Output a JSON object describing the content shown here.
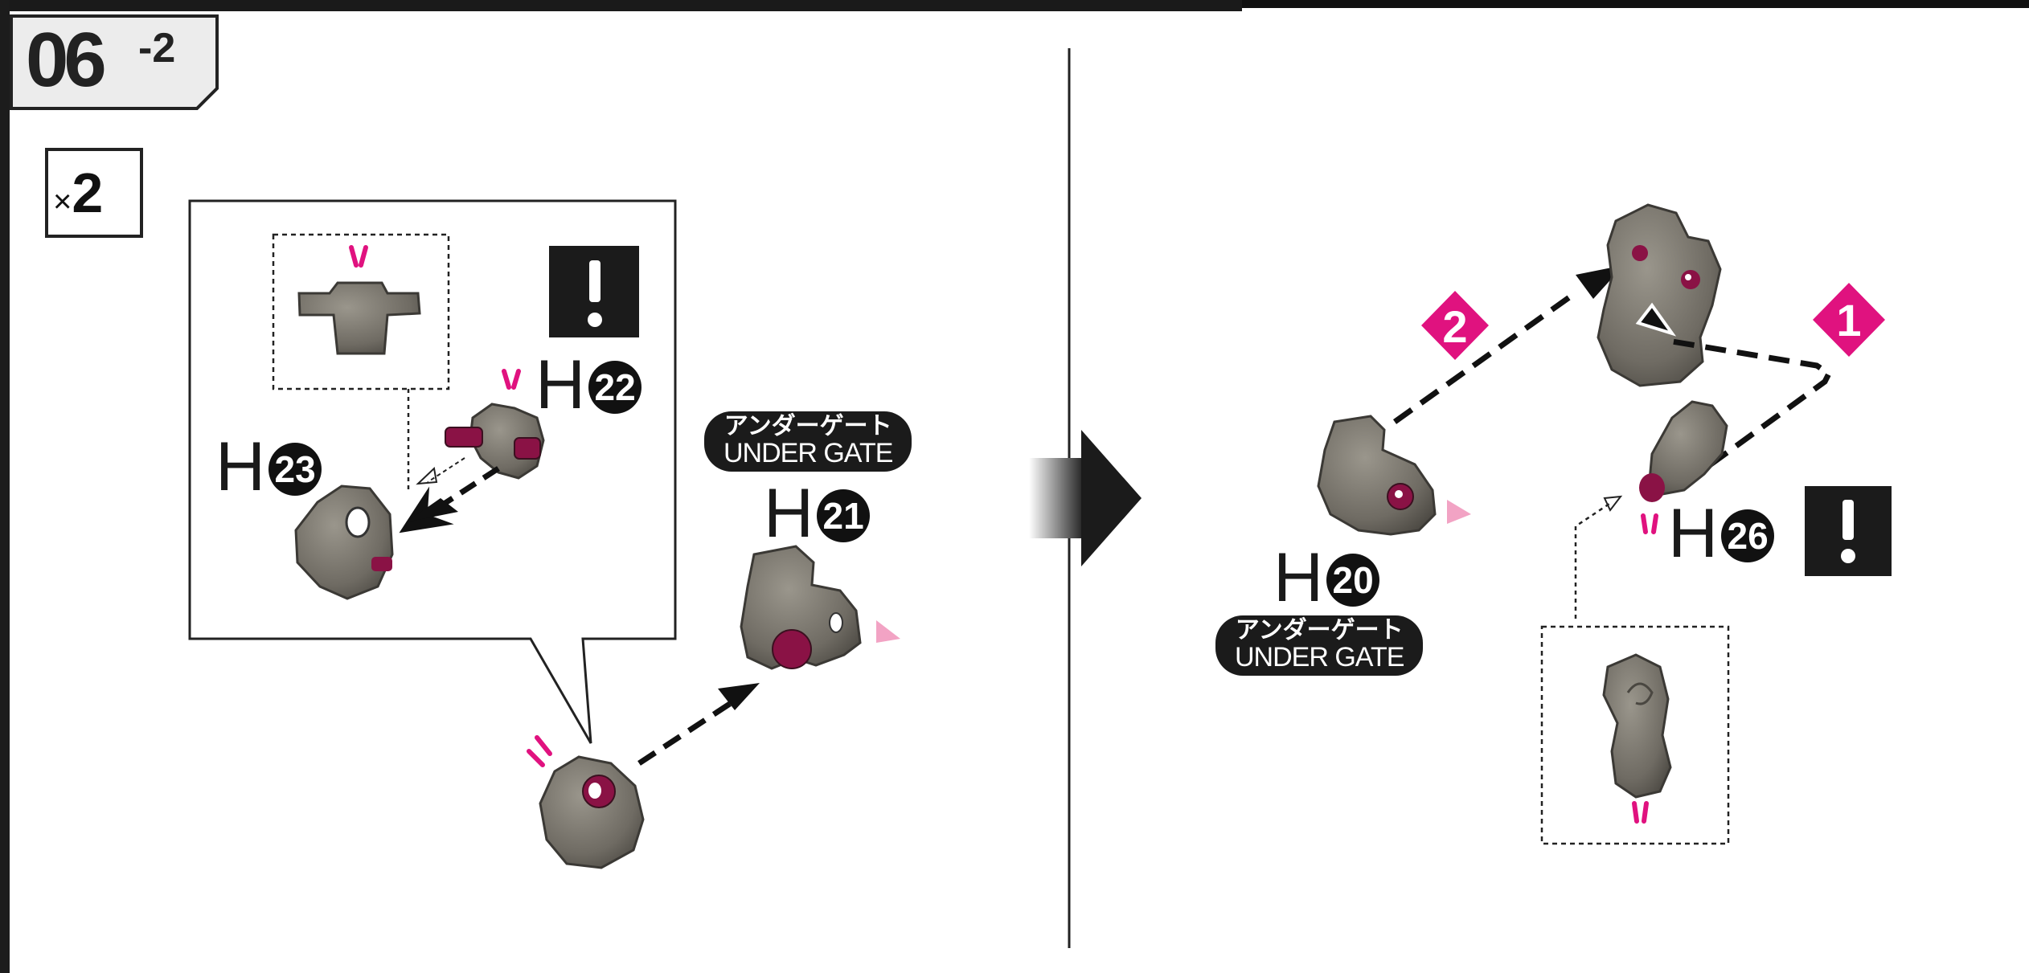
{
  "step": {
    "number": "06",
    "sub": "-2"
  },
  "quantity": {
    "times": "×",
    "count": "2"
  },
  "parts": {
    "h22": {
      "letter": "H",
      "number": "22"
    },
    "h23": {
      "letter": "H",
      "number": "23"
    },
    "h21": {
      "letter": "H",
      "number": "21"
    },
    "h20": {
      "letter": "H",
      "number": "20"
    },
    "h26": {
      "letter": "H",
      "number": "26"
    }
  },
  "gate_label_left": {
    "jp": "アンダーゲート",
    "en": "UNDER GATE"
  },
  "gate_label_right": {
    "jp": "アンダーゲート",
    "en": "UNDER GATE"
  },
  "warning_symbol": "!",
  "order_marks": [
    "1",
    "2"
  ],
  "colors": {
    "accent_magenta": "#e0127f",
    "pin_maroon": "#8a1245",
    "rock_gray": "#7a776f",
    "ink": "#1b1b1b"
  },
  "icons": [
    "warning-icon",
    "proceed-arrow-icon"
  ]
}
